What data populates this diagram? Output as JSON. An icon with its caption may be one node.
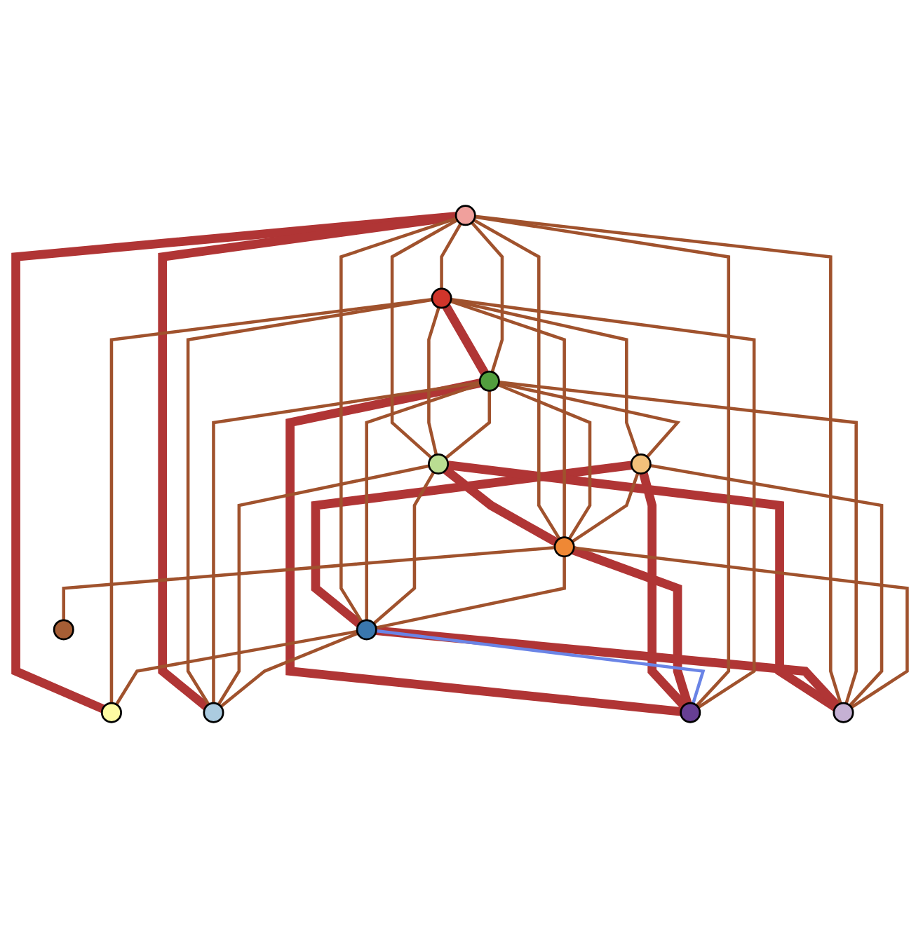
{
  "diagram": {
    "nodes": [
      {
        "text": [],
        "shape": "circle"
      },
      {
        "text": [],
        "shape": "circle"
      },
      {
        "text": [],
        "shape": "circle"
      },
      {
        "text": [],
        "shape": "circle"
      },
      {
        "text": [],
        "shape": "circle"
      },
      {
        "text": [],
        "shape": "circle"
      },
      {
        "text": [],
        "shape": "circle"
      },
      {
        "text": [],
        "shape": "circle"
      },
      {
        "text": [],
        "shape": "circle"
      },
      {
        "text": [],
        "shape": "circle"
      },
      {
        "text": [],
        "shape": "circle"
      },
      {
        "text": [],
        "shape": "circle"
      }
    ],
    "edges": [
      {
        "from": 1,
        "to": 2,
        "arrow": "none",
        "style": "thick",
        "color": "#b03535"
      },
      {
        "from": 0,
        "to": 11,
        "arrow": "none",
        "style": "thick",
        "color": "#b03535"
      },
      {
        "from": 0,
        "to": 8,
        "arrow": "none",
        "style": "thick",
        "color": "#b03535"
      },
      {
        "from": 2,
        "to": 9,
        "arrow": "none",
        "style": "thick",
        "color": "#b03535"
      },
      {
        "from": 3,
        "to": 6,
        "arrow": "none",
        "style": "thick",
        "color": "#b03535"
      },
      {
        "from": 3,
        "to": 9,
        "arrow": "none",
        "style": "thick",
        "color": "#b03535"
      },
      {
        "from": 4,
        "to": 5,
        "arrow": "none",
        "style": "thick",
        "color": "#b03535"
      },
      {
        "from": 4,
        "to": 7,
        "arrow": "none",
        "style": "thick",
        "color": "#b03535"
      },
      {
        "from": 5,
        "to": 9,
        "arrow": "none",
        "style": "thick",
        "color": "#b03535"
      },
      {
        "from": 6,
        "to": 7,
        "arrow": "none",
        "style": "thick",
        "color": "#b03535"
      },
      {
        "from": 6,
        "to": 9,
        "arrow": "none",
        "color": "#6a84e6"
      },
      {
        "from": 0,
        "to": 1,
        "arrow": "none"
      },
      {
        "from": 0,
        "to": 2,
        "arrow": "none"
      },
      {
        "from": 0,
        "to": 4,
        "arrow": "none"
      },
      {
        "from": 0,
        "to": 5,
        "arrow": "none"
      },
      {
        "from": 0,
        "to": 6,
        "arrow": "none"
      },
      {
        "from": 0,
        "to": 7,
        "arrow": "none"
      },
      {
        "from": 0,
        "to": 9,
        "arrow": "none"
      },
      {
        "from": 1,
        "to": 3,
        "arrow": "none"
      },
      {
        "from": 1,
        "to": 4,
        "arrow": "none"
      },
      {
        "from": 1,
        "to": 5,
        "arrow": "none"
      },
      {
        "from": 1,
        "to": 8,
        "arrow": "none"
      },
      {
        "from": 1,
        "to": 9,
        "arrow": "none"
      },
      {
        "from": 1,
        "to": 11,
        "arrow": "none"
      },
      {
        "from": 2,
        "to": 3,
        "arrow": "none"
      },
      {
        "from": 2,
        "to": 4,
        "arrow": "none"
      },
      {
        "from": 2,
        "to": 5,
        "arrow": "none"
      },
      {
        "from": 2,
        "to": 6,
        "arrow": "none"
      },
      {
        "from": 2,
        "to": 7,
        "arrow": "none"
      },
      {
        "from": 2,
        "to": 8,
        "arrow": "none"
      },
      {
        "from": 3,
        "to": 5,
        "arrow": "none"
      },
      {
        "from": 3,
        "to": 7,
        "arrow": "none"
      },
      {
        "from": 4,
        "to": 6,
        "arrow": "none"
      },
      {
        "from": 4,
        "to": 8,
        "arrow": "none"
      },
      {
        "from": 5,
        "to": 6,
        "arrow": "none"
      },
      {
        "from": 5,
        "to": 7,
        "arrow": "none"
      },
      {
        "from": 5,
        "to": 10,
        "arrow": "none"
      },
      {
        "from": 6,
        "to": 8,
        "arrow": "none"
      },
      {
        "from": 6,
        "to": 11,
        "arrow": "none"
      }
    ]
  }
}
